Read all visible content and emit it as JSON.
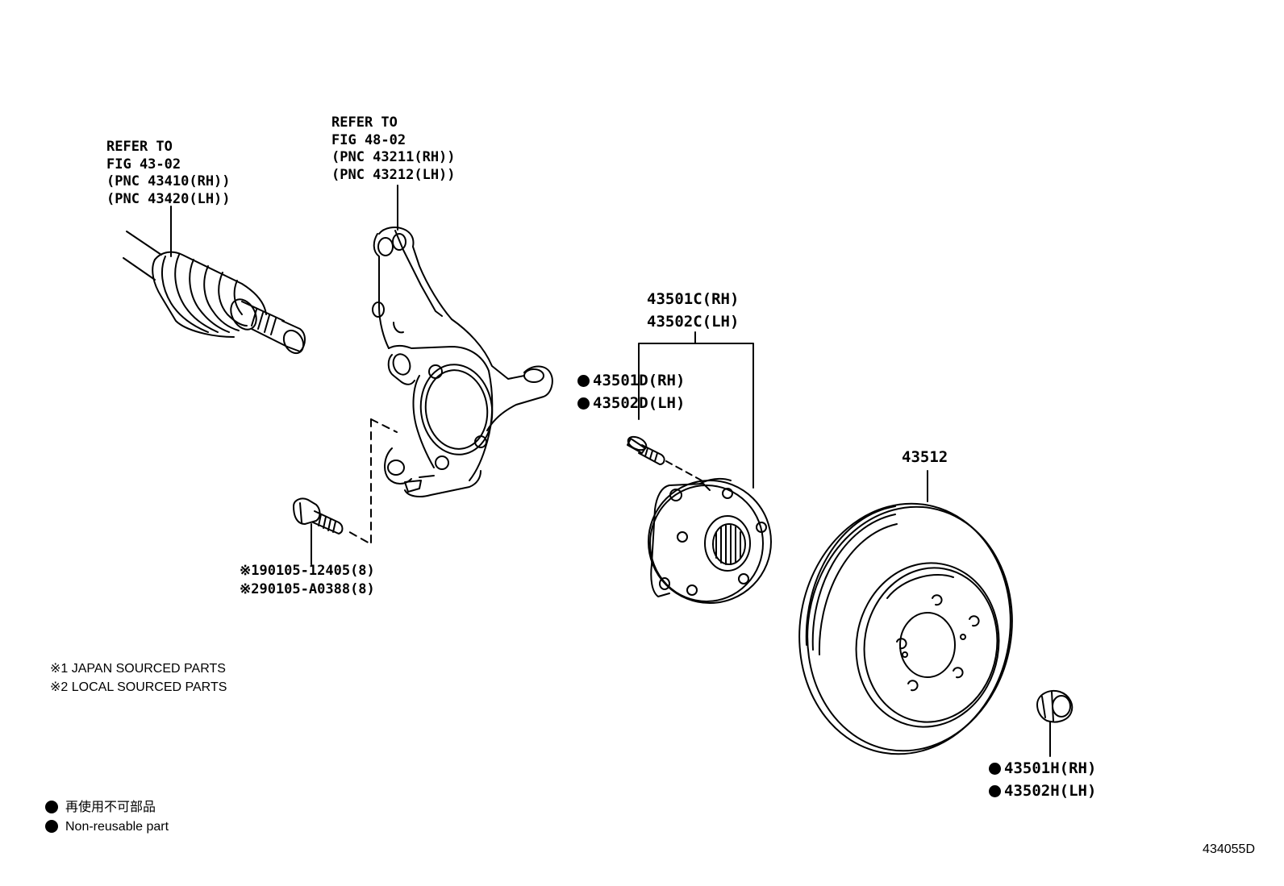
{
  "callouts": {
    "driveshaft_ref": [
      "REFER TO",
      "FIG 43-02",
      "(PNC 43410(RH))",
      "(PNC 43420(LH))"
    ],
    "knuckle_ref": [
      "REFER TO",
      "FIG 48-02",
      "(PNC 43211(RH))",
      "(PNC 43212(LH))"
    ],
    "hub_bearing": [
      "43501C(RH)",
      "43502C(LH)"
    ],
    "hub_bolt": [
      "43501D(RH)",
      "43502D(LH)"
    ],
    "disc": "43512",
    "hub_nut": [
      "43501H(RH)",
      "43502H(LH)"
    ],
    "knuckle_bolt": [
      "※190105-12405(8)",
      "※290105-A0388(8)"
    ]
  },
  "notes": {
    "sourcing": [
      "※1 JAPAN SOURCED PARTS",
      "※2 LOCAL SOURCED PARTS"
    ],
    "legend_jp": "再使用不可部品",
    "legend_en": "Non-reusable part"
  },
  "figure_number": "434055D",
  "non_reusable_marker": "filled-black-circle"
}
